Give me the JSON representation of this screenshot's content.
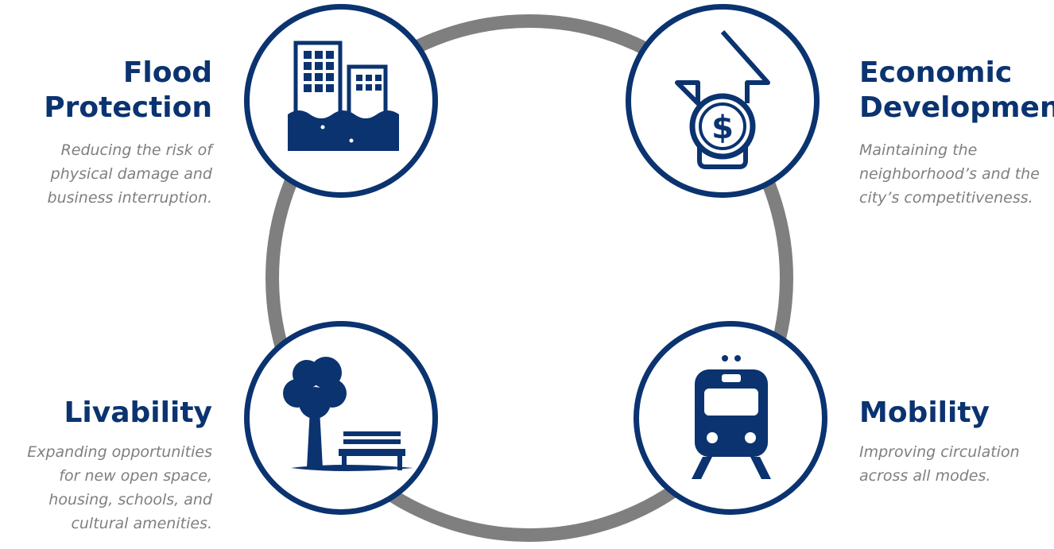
{
  "colors": {
    "navy": "#0a3370",
    "gray": "#7f7f7f",
    "white": "#ffffff"
  },
  "cycle": {
    "nodes": [
      {
        "id": "flood-protection",
        "icon": "flooded-buildings-icon",
        "title_line1": "Flood",
        "title_line2": "Protection",
        "desc_line1": "Reducing the risk of",
        "desc_line2": "physical damage and",
        "desc_line3": "business interruption."
      },
      {
        "id": "economic-development",
        "icon": "dollar-arrow-up-icon",
        "title_line1": "Economic",
        "title_line2": "Development",
        "desc_line1": "Maintaining the",
        "desc_line2": "neighborhood’s and the",
        "desc_line3": "city’s competitiveness."
      },
      {
        "id": "livability",
        "icon": "tree-bench-icon",
        "title_line1": "Livability",
        "desc_line1": "Expanding opportunities",
        "desc_line2": "for new open space,",
        "desc_line3": "housing, schools, and",
        "desc_line4": "cultural amenities."
      },
      {
        "id": "mobility",
        "icon": "train-icon",
        "title_line1": "Mobility",
        "desc_line1": "Improving circulation",
        "desc_line2": "across all modes."
      }
    ]
  }
}
